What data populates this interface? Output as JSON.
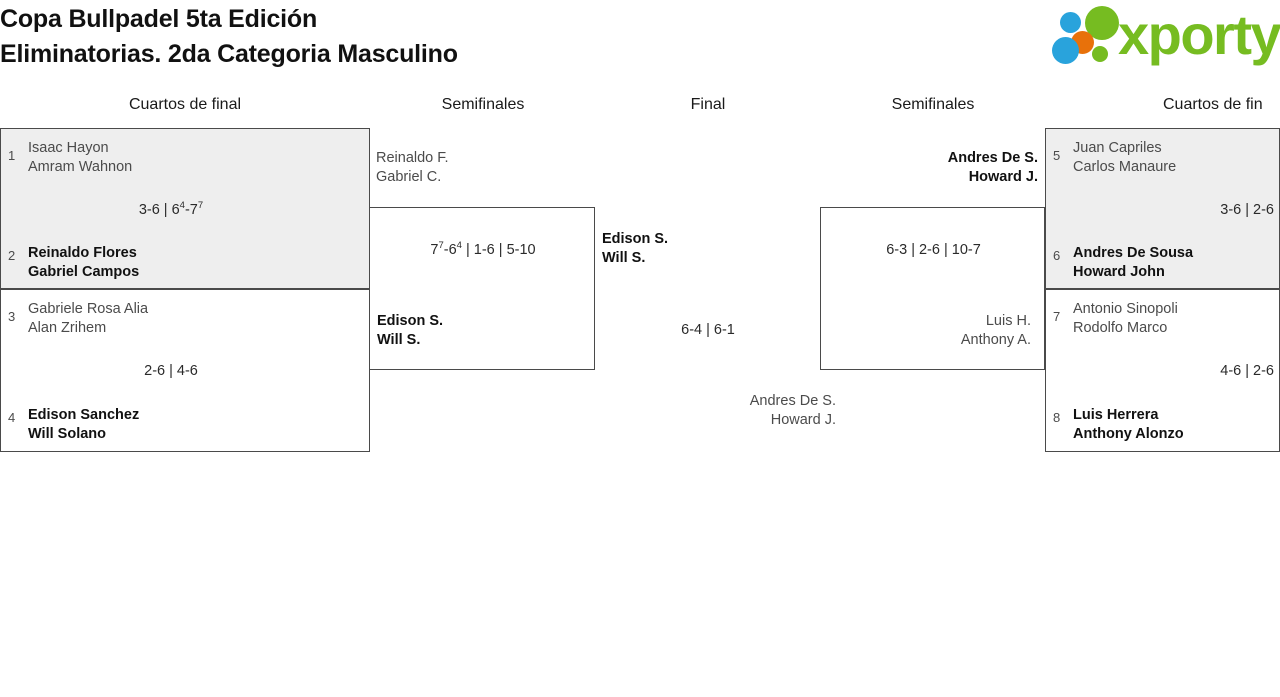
{
  "header": {
    "title_line1": "Copa Bullpadel 5ta Edición",
    "title_line2": "Eliminatorias. 2da Categoria Masculino",
    "logo_word": "xporty",
    "logo_colors": {
      "green": "#76bc21",
      "blue": "#29a3dc",
      "orange": "#e8710a"
    }
  },
  "rounds": {
    "qf_left": "Cuartos de final",
    "sf_left": "Semifinales",
    "final": "Final",
    "sf_right": "Semifinales",
    "qf_right": "Cuartos de fin"
  },
  "bracket": {
    "qf_left": [
      {
        "shaded": true,
        "top": {
          "seed": "1",
          "p1": "Isaac Hayon",
          "p2": "Amram Wahnon",
          "winner": false
        },
        "bottom": {
          "seed": "2",
          "p1": "Reinaldo Flores",
          "p2": "Gabriel Campos",
          "winner": true
        },
        "score": "3-6 | 6⁴-7⁷",
        "score_parts": [
          {
            "t": "3-6 | 6",
            "sup": false
          },
          {
            "t": "4",
            "sup": true
          },
          {
            "t": "-7",
            "sup": false
          },
          {
            "t": "7",
            "sup": true
          }
        ]
      },
      {
        "shaded": false,
        "top": {
          "seed": "3",
          "p1": "Gabriele Rosa Alia",
          "p2": "Alan Zrihem",
          "winner": false
        },
        "bottom": {
          "seed": "4",
          "p1": "Edison Sanchez",
          "p2": "Will Solano",
          "winner": true
        },
        "score": "2-6 | 4-6",
        "score_parts": [
          {
            "t": "2-6 | 4-6",
            "sup": false
          }
        ]
      }
    ],
    "sf_left": {
      "top": {
        "p1": "Reinaldo F.",
        "p2": "Gabriel C.",
        "winner": false
      },
      "bottom": {
        "p1": "Edison S.",
        "p2": "Will S.",
        "winner": true
      },
      "score": "7⁷-6⁴ | 1-6 | 5-10",
      "score_parts": [
        {
          "t": "7",
          "sup": false
        },
        {
          "t": "7",
          "sup": true
        },
        {
          "t": "-6",
          "sup": false
        },
        {
          "t": "4",
          "sup": true
        },
        {
          "t": " | 1-6 | 5-10",
          "sup": false
        }
      ]
    },
    "final": {
      "top": {
        "p1": "Edison S.",
        "p2": "Will S.",
        "winner": true
      },
      "bottom": {
        "p1": "Andres De S.",
        "p2": "Howard J.",
        "winner": false
      },
      "score": "6-4 | 6-1",
      "score_parts": [
        {
          "t": "6-4 | 6-1",
          "sup": false
        }
      ]
    },
    "sf_right": {
      "top": {
        "p1": "Andres De S.",
        "p2": "Howard J.",
        "winner": true
      },
      "bottom": {
        "p1": "Luis H.",
        "p2": "Anthony A.",
        "winner": false
      },
      "score": "6-3 | 2-6 | 10-7",
      "score_parts": [
        {
          "t": "6-3 | 2-6 | 10-7",
          "sup": false
        }
      ]
    },
    "qf_right": [
      {
        "shaded": true,
        "top": {
          "seed": "5",
          "p1": "Juan Capriles",
          "p2": "Carlos Manaure",
          "winner": false
        },
        "bottom": {
          "seed": "6",
          "p1": "Andres De Sousa",
          "p2": "Howard John",
          "winner": true
        },
        "score": "3-6 | 2-6",
        "score_parts": [
          {
            "t": "3-6 | 2-6",
            "sup": false
          }
        ]
      },
      {
        "shaded": false,
        "top": {
          "seed": "7",
          "p1": "Antonio Sinopoli",
          "p2": "Rodolfo Marco",
          "winner": false
        },
        "bottom": {
          "seed": "8",
          "p1": "Luis Herrera",
          "p2": "Anthony Alonzo",
          "winner": true
        },
        "score": "4-6 | 2-6",
        "score_parts": [
          {
            "t": "4-6 | 2-6",
            "sup": false
          }
        ]
      }
    ]
  }
}
